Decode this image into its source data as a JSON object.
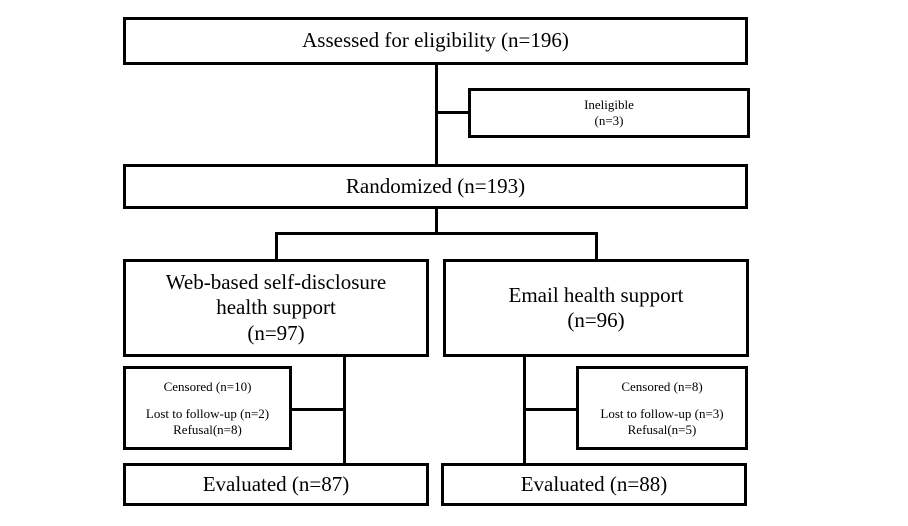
{
  "assessed": "Assessed for eligibility (n=196)",
  "ineligible": {
    "label": "Ineligible",
    "count": "(n=3)"
  },
  "randomized": "Randomized (n=193)",
  "web_arm": {
    "line1": "Web-based self-disclosure",
    "line2": "health support",
    "count": "(n=97)"
  },
  "email_arm": {
    "line1": "Email health support",
    "count": "(n=96)"
  },
  "web_losses": {
    "censored": "Censored (n=10)",
    "lost": "Lost to follow-up (n=2)",
    "refusal": "Refusal(n=8)"
  },
  "email_losses": {
    "censored": "Censored (n=8)",
    "lost": "Lost to follow-up (n=3)",
    "refusal": "Refusal(n=5)"
  },
  "web_evaluated": "Evaluated (n=87)",
  "email_evaluated": "Evaluated (n=88)"
}
